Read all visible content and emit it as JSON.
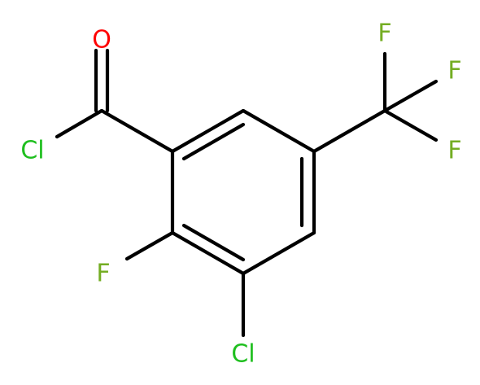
{
  "molecule": {
    "atoms": [
      {
        "id": "O1",
        "symbol": "O",
        "color": "#ff0000"
      },
      {
        "id": "Cl1",
        "symbol": "Cl",
        "color": "#1fbf1f"
      },
      {
        "id": "F1",
        "symbol": "F",
        "color": "#74ad23"
      },
      {
        "id": "F2",
        "symbol": "F",
        "color": "#74ad23"
      },
      {
        "id": "F3",
        "symbol": "F",
        "color": "#74ad23"
      },
      {
        "id": "F4",
        "symbol": "F",
        "color": "#74ad23"
      },
      {
        "id": "Cl2",
        "symbol": "Cl",
        "color": "#1fbf1f"
      }
    ],
    "bond_color": "#000000"
  }
}
